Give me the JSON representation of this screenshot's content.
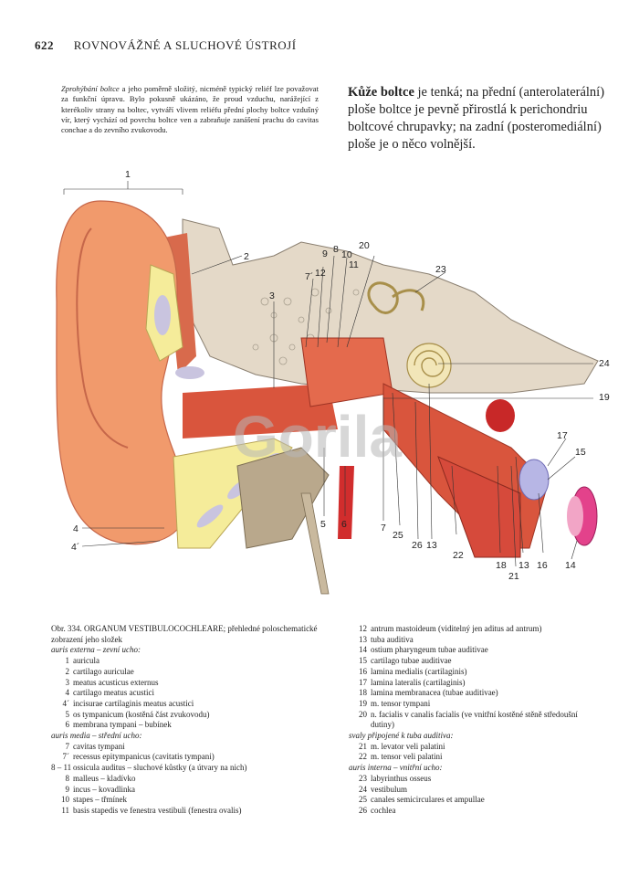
{
  "header": {
    "page_number": "622",
    "title": "ROVNOVÁŽNÉ A SLUCHOVÉ ÚSTROJÍ"
  },
  "intro_left": {
    "lead_italic": "Zprohýbání boltce",
    "text": " a jeho poměrně složitý, nicméně typický reliéf lze považovat za funkční úpravu. Bylo pokusně ukázáno, že proud vzduchu, narážející z kterékoliv strany na boltec, vytváří vlivem reliéfu přední plochy boltce vzdušný vír, který vychází od povrchu boltce ven a zabraňuje zanášení prachu do cavitas conchae a do zevního zvukovodu."
  },
  "intro_right": {
    "lead_bold": "Kůže boltce",
    "text": " je tenká; na přední (anterolaterální) ploše boltce je pevně přirostlá k perichondriu boltcové chrupavky; na zadní (posteromediální) ploše je o něco volnější."
  },
  "figure": {
    "watermark": "Gorila",
    "labels": [
      "1",
      "2",
      "3",
      "4",
      "4´",
      "5",
      "6",
      "7",
      "7´",
      "8",
      "9",
      "10",
      "11",
      "12",
      "13",
      "13",
      "14",
      "15",
      "16",
      "17",
      "18",
      "19",
      "20",
      "21",
      "22",
      "23",
      "24",
      "25",
      "26"
    ]
  },
  "caption_left": {
    "title_prefix": "Obr. 334. ORGANUM VESTIBULOCOCHLEARE;",
    "title_rest": " přehledné poloschematické zobrazení jeho složek",
    "section1": "auris externa – zevní ucho:",
    "items1": [
      {
        "n": "1",
        "t": "auricula"
      },
      {
        "n": "2",
        "t": "cartilago auriculae"
      },
      {
        "n": "3",
        "t": "meatus acusticus externus"
      },
      {
        "n": "4",
        "t": "cartilago meatus acustici"
      },
      {
        "n": "4´",
        "t": "incisurae cartilaginis meatus acustici"
      },
      {
        "n": "5",
        "t": "os tympanicum (kostěná část zvukovodu)"
      },
      {
        "n": "6",
        "t": "membrana tympani – bubínek"
      }
    ],
    "section2": "auris media – střední ucho:",
    "items2": [
      {
        "n": "7",
        "t": "cavitas tympani"
      },
      {
        "n": "7´",
        "t": "recessus epitympanicus (cavitatis tympani)"
      },
      {
        "n": "8 – 11",
        "t": "ossicula auditus – sluchové kůstky (a útvary na nich)"
      },
      {
        "n": "8",
        "t": "malleus – kladívko"
      },
      {
        "n": "9",
        "t": "incus – kovadlinka"
      },
      {
        "n": "10",
        "t": "stapes – třmínek"
      },
      {
        "n": "11",
        "t": "basis stapedis ve fenestra vestibuli (fenestra ovalis)"
      }
    ]
  },
  "caption_right": {
    "items1": [
      {
        "n": "12",
        "t": "antrum mastoideum (viditelný jen aditus ad antrum)"
      },
      {
        "n": "13",
        "t": "tuba auditiva"
      },
      {
        "n": "14",
        "t": "ostium pharyngeum tubae auditivae"
      },
      {
        "n": "15",
        "t": "cartilago tubae auditivae"
      },
      {
        "n": "16",
        "t": "lamina medialis (cartilaginis)"
      },
      {
        "n": "17",
        "t": "lamina lateralis (cartilaginis)"
      },
      {
        "n": "18",
        "t": "lamina membranacea (tubae auditivae)"
      },
      {
        "n": "19",
        "t": "m. tensor tympani"
      },
      {
        "n": "20",
        "t": "n. facialis v canalis facialis (ve vnitřní kostěné stěně středoušní"
      },
      {
        "n": "",
        "t": "dutiny)"
      }
    ],
    "section2": "svaly připojené k tuba auditiva:",
    "items2": [
      {
        "n": "21",
        "t": "m. levator veli palatini"
      },
      {
        "n": "22",
        "t": "m. tensor veli palatini"
      }
    ],
    "section3": "auris interna – vnitřní ucho:",
    "items3": [
      {
        "n": "23",
        "t": "labyrinthus osseus"
      },
      {
        "n": "24",
        "t": "vestibulum"
      },
      {
        "n": "25",
        "t": "canales semicirculares et ampullae"
      },
      {
        "n": "26",
        "t": "cochlea"
      }
    ]
  }
}
